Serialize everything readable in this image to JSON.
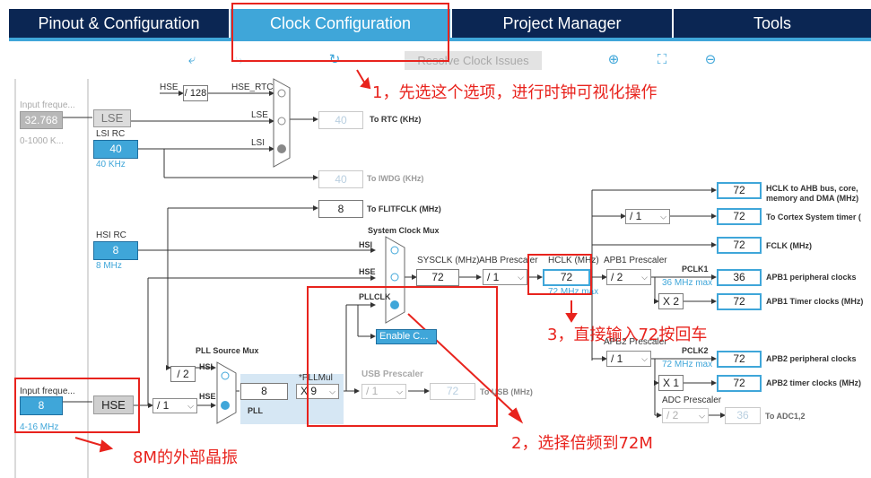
{
  "tabs": [
    {
      "label": "Pinout & Configuration",
      "active": false
    },
    {
      "label": "Clock Configuration",
      "active": true
    },
    {
      "label": "Project Manager",
      "active": false
    },
    {
      "label": "Tools",
      "active": false
    }
  ],
  "toolbar": {
    "undo_icon": "undo-icon",
    "redo_icon": "redo-icon",
    "refresh_icon": "refresh-icon",
    "resolve_label": "Resolve Clock Issues",
    "zoom_in_icon": "zoom-in-icon",
    "fit_icon": "fit-icon",
    "zoom_out_icon": "zoom-out-icon"
  },
  "lse_input": {
    "label": "Input freque...",
    "value": "32.768",
    "range": "0-1000 K..."
  },
  "lse_label": "LSE",
  "lsi": {
    "label": "LSI RC",
    "value": "40",
    "unit": "40 KHz"
  },
  "hse_rtc": {
    "hse": "HSE",
    "div": "/ 128",
    "hse_rtc": "HSE_RTC"
  },
  "rtc_mux": {
    "lse": "LSE",
    "lsi": "LSI"
  },
  "rtc": {
    "value": "40",
    "label": "To RTC (KHz)"
  },
  "iwdg": {
    "value": "40",
    "label": "To IWDG (KHz)"
  },
  "flitf": {
    "value": "8",
    "label": "To FLITFCLK (MHz)"
  },
  "hsi": {
    "label": "HSI RC",
    "value": "8",
    "unit": "8 MHz"
  },
  "sys_mux": {
    "title": "System Clock Mux",
    "hsi": "HSI",
    "hse": "HSE",
    "pllclk": "PLLCLK",
    "enable": "Enable C..."
  },
  "sysclk": {
    "label": "SYSCLK (MHz)",
    "value": "72"
  },
  "ahb": {
    "label": "AHB Prescaler",
    "value": "/ 1"
  },
  "hclk": {
    "label": "HCLK (MHz)",
    "value": "72",
    "max": "72 MHz max"
  },
  "apb1": {
    "label": "APB1 Prescaler",
    "value": "/ 2",
    "pclk": "PCLK1",
    "max": "36 MHz max",
    "timer_mult": "X 2"
  },
  "apb2": {
    "label": "APB2 Prescaler",
    "value": "/ 1",
    "pclk": "PCLK2",
    "max": "72 MHz max",
    "timer_mult": "X 1"
  },
  "cortex_div": "/ 1",
  "outputs": [
    {
      "value": "72",
      "label": "HCLK to AHB bus, core,"
    },
    {
      "value": "72",
      "label": "To Cortex System timer ("
    },
    {
      "value": "72",
      "label": "FCLK (MHz)"
    },
    {
      "value": "36",
      "label": "APB1 peripheral clocks"
    },
    {
      "value": "72",
      "label": "APB1 Timer clocks (MHz)"
    },
    {
      "value": "72",
      "label": "APB2 peripheral clocks"
    },
    {
      "value": "72",
      "label": "APB2 timer clocks (MHz)"
    }
  ],
  "hclk_label_line2": "memory and DMA (MHz)",
  "adc": {
    "label": "ADC Prescaler",
    "div": "/ 2",
    "value": "36",
    "target": "To ADC1,2"
  },
  "usb": {
    "label": "USB Prescaler",
    "div": "/ 1",
    "value": "72",
    "target": "To USB (MHz)"
  },
  "pll_mux": {
    "title": "PLL Source Mux",
    "hsi": "HSI",
    "hse": "HSE",
    "hsi_div": "/ 2"
  },
  "pll": {
    "value": "8",
    "label": "PLL",
    "mul_label": "*PLLMul",
    "mul": "X 9"
  },
  "hse_input": {
    "label": "Input freque...",
    "value": "8",
    "range": "4-16 MHz"
  },
  "hse_label": "HSE",
  "hse_div": "/ 1",
  "annotations": {
    "a1": "1，先选这个选项，进行时钟可视化操作",
    "a2": "2，选择倍频到72M",
    "a3": "3，直接输入72按回车",
    "a4": "8M的外部晶振"
  },
  "colors": {
    "accent": "#3fa6d9",
    "tabbar": "#0b2653",
    "annotation": "#e8231d"
  }
}
